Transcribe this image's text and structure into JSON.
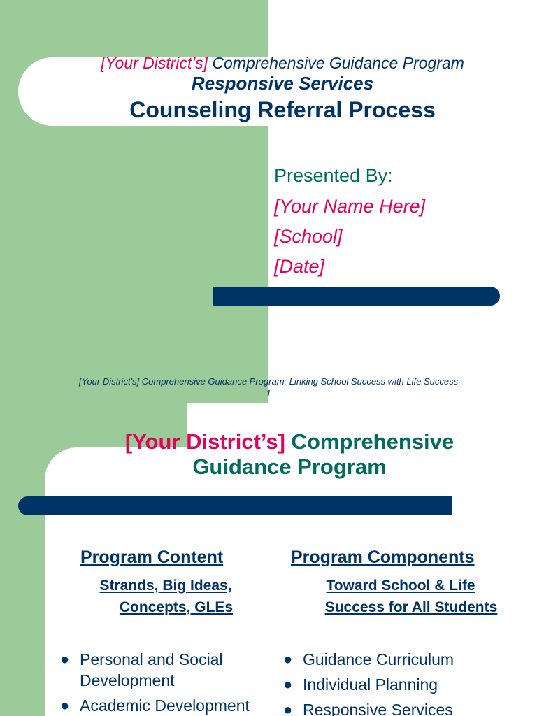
{
  "slide1": {
    "title_line1_district": "[Your District’s]",
    "title_line1_rest": " Comprehensive Guidance Program",
    "title_line2": "Responsive Services",
    "title_line3": "Counseling Referral Process",
    "presented_by": "Presented By:",
    "name": "[Your Name Here]",
    "school": "[School]",
    "date": "[Date]",
    "footer": "[Your District's] Comprehensive Guidance Program:  Linking School Success with Life Success",
    "page_number": "1"
  },
  "slide2": {
    "title_district": "[Your District’s]",
    "title_rest1": " Comprehensive",
    "title_rest2": "Guidance Program",
    "left_heading": "Program Content",
    "left_sub1": "Strands, Big Ideas,",
    "left_sub2": "Concepts, GLEs",
    "left_bullets": [
      "Personal and Social Development",
      "Academic Development"
    ],
    "right_heading": "Program Components",
    "right_sub1": "Toward School & Life",
    "right_sub2": "Success for All Students",
    "right_bullets": [
      "Guidance Curriculum",
      "Individual Planning",
      "Responsive Services"
    ]
  },
  "colors": {
    "navy": "#003366",
    "magenta": "#e6005c",
    "teal": "#006b5e",
    "green_panel": "#9ccb9a"
  }
}
